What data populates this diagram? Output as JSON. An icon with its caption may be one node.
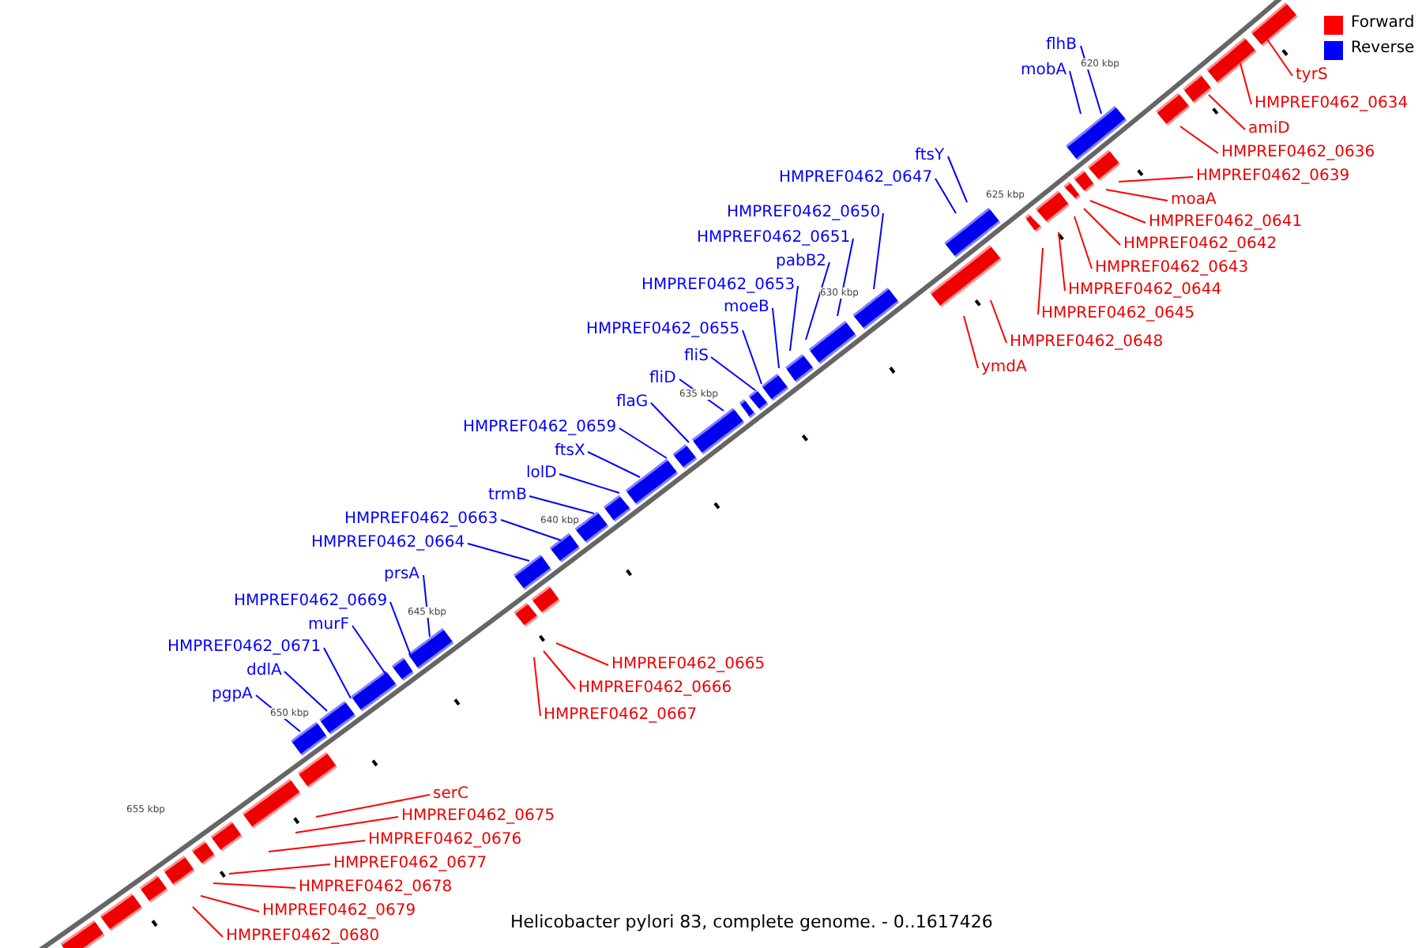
{
  "diagram": {
    "caption": "Helicobacter pylori 83, complete genome. - 0..1617426",
    "nodes": [
      {
        "text": [
          "flhB"
        ]
      },
      {
        "text": [
          "mobA"
        ]
      },
      {
        "text": [
          "ftsY"
        ]
      },
      {
        "text": [
          "HMPREF0462_0647"
        ]
      },
      {
        "text": [
          "HMPREF0462_0650"
        ]
      },
      {
        "text": [
          "HMPREF0462_0651"
        ]
      },
      {
        "text": [
          "pabB2"
        ]
      },
      {
        "text": [
          "HMPREF0462_0653"
        ]
      },
      {
        "text": [
          "moeB"
        ]
      },
      {
        "text": [
          "HMPREF0462_0655"
        ]
      },
      {
        "text": [
          "fliS"
        ]
      },
      {
        "text": [
          "fliD"
        ]
      },
      {
        "text": [
          "flaG"
        ]
      },
      {
        "text": [
          "HMPREF0462_0659"
        ]
      },
      {
        "text": [
          "ftsX"
        ]
      },
      {
        "text": [
          "lolD"
        ]
      },
      {
        "text": [
          "trmB"
        ]
      },
      {
        "text": [
          "HMPREF0462_0663"
        ]
      },
      {
        "text": [
          "HMPREF0462_0664"
        ]
      },
      {
        "text": [
          "prsA"
        ]
      },
      {
        "text": [
          "HMPREF0462_0669"
        ]
      },
      {
        "text": [
          "murF"
        ]
      },
      {
        "text": [
          "HMPREF0462_0671"
        ]
      },
      {
        "text": [
          "ddlA"
        ]
      },
      {
        "text": [
          "pgpA"
        ]
      },
      {
        "text": [
          "tyrS"
        ]
      },
      {
        "text": [
          "HMPREF0462_0634"
        ]
      },
      {
        "text": [
          "amiD"
        ]
      },
      {
        "text": [
          "HMPREF0462_0636"
        ]
      },
      {
        "text": [
          "HMPREF0462_0639"
        ]
      },
      {
        "text": [
          "moaA"
        ]
      },
      {
        "text": [
          "HMPREF0462_0641"
        ]
      },
      {
        "text": [
          "HMPREF0462_0642"
        ]
      },
      {
        "text": [
          "HMPREF0462_0643"
        ]
      },
      {
        "text": [
          "HMPREF0462_0644"
        ]
      },
      {
        "text": [
          "HMPREF0462_0645"
        ]
      },
      {
        "text": [
          "HMPREF0462_0648"
        ]
      },
      {
        "text": [
          "ymdA"
        ]
      },
      {
        "text": [
          "HMPREF0462_0665"
        ]
      },
      {
        "text": [
          "HMPREF0462_0666"
        ]
      },
      {
        "text": [
          "HMPREF0462_0667"
        ]
      },
      {
        "text": [
          "serC"
        ]
      },
      {
        "text": [
          "HMPREF0462_0675"
        ]
      },
      {
        "text": [
          "HMPREF0462_0676"
        ]
      },
      {
        "text": [
          "HMPREF0462_0677"
        ]
      },
      {
        "text": [
          "HMPREF0462_0678"
        ]
      },
      {
        "text": [
          "HMPREF0462_0679"
        ]
      },
      {
        "text": [
          "HMPREF0462_0680"
        ]
      }
    ],
    "edges": [
      {
        "from": 0,
        "to": null,
        "arrow": "none"
      },
      {
        "from": 1,
        "to": null,
        "arrow": "none"
      },
      {
        "from": 2,
        "to": null,
        "arrow": "none"
      },
      {
        "from": 3,
        "to": null,
        "arrow": "none"
      },
      {
        "from": 4,
        "to": null,
        "arrow": "none"
      },
      {
        "from": 5,
        "to": null,
        "arrow": "none"
      },
      {
        "from": 6,
        "to": null,
        "arrow": "none"
      },
      {
        "from": 7,
        "to": null,
        "arrow": "none"
      },
      {
        "from": 8,
        "to": null,
        "arrow": "none"
      },
      {
        "from": 9,
        "to": null,
        "arrow": "none"
      },
      {
        "from": 10,
        "to": null,
        "arrow": "none"
      },
      {
        "from": 11,
        "to": null,
        "arrow": "none"
      },
      {
        "from": 12,
        "to": null,
        "arrow": "none"
      },
      {
        "from": 13,
        "to": null,
        "arrow": "none"
      },
      {
        "from": 14,
        "to": null,
        "arrow": "none"
      },
      {
        "from": 15,
        "to": null,
        "arrow": "none"
      },
      {
        "from": 16,
        "to": null,
        "arrow": "none"
      },
      {
        "from": 17,
        "to": null,
        "arrow": "none"
      },
      {
        "from": 18,
        "to": null,
        "arrow": "none"
      },
      {
        "from": 19,
        "to": null,
        "arrow": "none"
      },
      {
        "from": 20,
        "to": null,
        "arrow": "none"
      },
      {
        "from": 21,
        "to": null,
        "arrow": "none"
      },
      {
        "from": 22,
        "to": null,
        "arrow": "none"
      },
      {
        "from": 23,
        "to": null,
        "arrow": "none"
      },
      {
        "from": 24,
        "to": null,
        "arrow": "none"
      },
      {
        "from": 25,
        "to": null,
        "arrow": "none",
        "color": "#ff0000"
      },
      {
        "from": 26,
        "to": null,
        "arrow": "none",
        "color": "#ff0000"
      },
      {
        "from": 27,
        "to": null,
        "arrow": "none",
        "color": "#ff0000"
      },
      {
        "from": 28,
        "to": null,
        "arrow": "none",
        "color": "#ff0000"
      },
      {
        "from": 29,
        "to": null,
        "arrow": "none",
        "color": "#ff0000"
      },
      {
        "from": 30,
        "to": null,
        "arrow": "none",
        "color": "#ff0000"
      },
      {
        "from": 31,
        "to": null,
        "arrow": "none",
        "color": "#ff0000"
      },
      {
        "from": 32,
        "to": null,
        "arrow": "none",
        "color": "#ff0000"
      },
      {
        "from": 33,
        "to": null,
        "arrow": "none",
        "color": "#ff0000"
      },
      {
        "from": 34,
        "to": null,
        "arrow": "none",
        "color": "#ff0000"
      },
      {
        "from": 35,
        "to": null,
        "arrow": "none",
        "color": "#ff0000"
      },
      {
        "from": 36,
        "to": null,
        "arrow": "none",
        "color": "#ff0000"
      },
      {
        "from": 37,
        "to": null,
        "arrow": "none",
        "color": "#ff0000"
      },
      {
        "from": 38,
        "to": null,
        "arrow": "none",
        "color": "#ff0000"
      },
      {
        "from": 39,
        "to": null,
        "arrow": "none",
        "color": "#ff0000"
      },
      {
        "from": 40,
        "to": null,
        "arrow": "none",
        "color": "#ff0000"
      },
      {
        "from": 41,
        "to": null,
        "arrow": "none",
        "color": "#ff0000"
      },
      {
        "from": 42,
        "to": null,
        "arrow": "none",
        "color": "#ff0000"
      },
      {
        "from": 43,
        "to": null,
        "arrow": "none",
        "color": "#ff0000"
      },
      {
        "from": 44,
        "to": null,
        "arrow": "none",
        "color": "#ff0000"
      },
      {
        "from": 45,
        "to": null,
        "arrow": "none",
        "color": "#ff0000"
      },
      {
        "from": 46,
        "to": null,
        "arrow": "none",
        "color": "#ff0000"
      },
      {
        "from": 47,
        "to": null,
        "arrow": "none",
        "color": "#ff0000"
      }
    ],
    "labels": [
      "620 kbp",
      "625 kbp",
      "630 kbp",
      "635 kbp",
      "640 kbp",
      "645 kbp",
      "650 kbp",
      "655 kbp"
    ],
    "legend": [
      {
        "text": "Forward",
        "color": "#ff0000"
      },
      {
        "text": "Reverse",
        "color": "#0000ff"
      }
    ]
  }
}
